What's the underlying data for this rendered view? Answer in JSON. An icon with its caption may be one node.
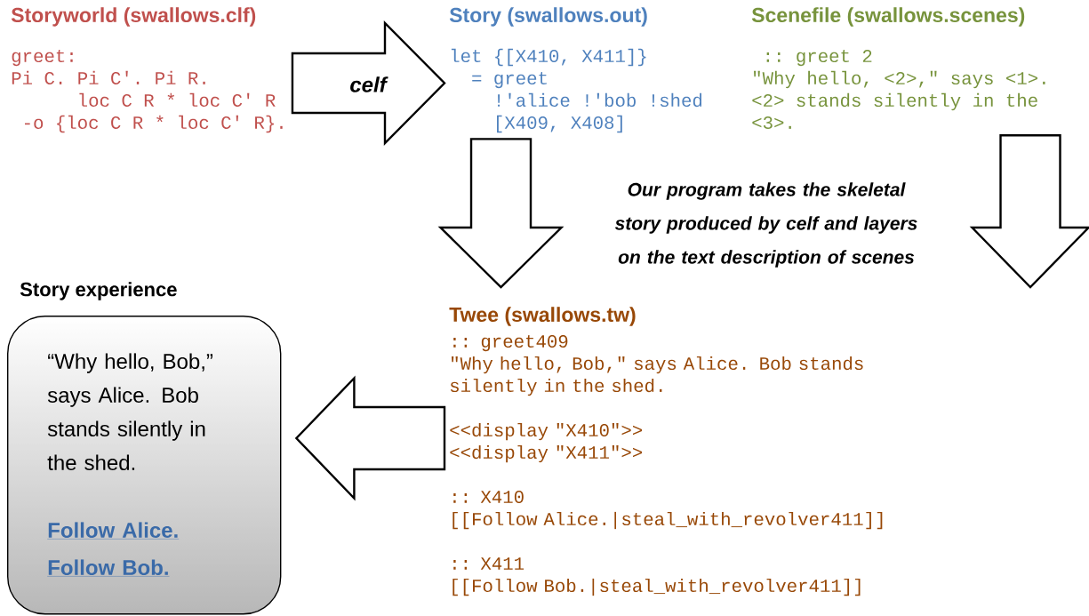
{
  "diagram": {
    "nodes": [
      {
        "text": [
          "Storyworld (swallows.clf)",
          "greet:",
          "Pi C. Pi C'. Pi R.",
          "loc C R * loc C' R",
          "-o {loc C R * loc C' R}."
        ]
      },
      {
        "text": [
          "Story (swallows.out)",
          "let {[X410, X411]}",
          "= greet",
          "!'alice !'bob !shed",
          "[X409, X408]"
        ]
      },
      {
        "text": [
          "Scenefile (swallows.scenes)",
          ":: greet 2",
          "\"Why hello, <2>,\" says <1>.",
          "<2> stands silently in the",
          "<3>."
        ]
      },
      {
        "text": [
          "Twee (swallows.tw)",
          ":: greet409",
          "\"Why hello, Bob,\" says Alice. Bob stands silently in the shed.",
          "<<display \"X410\">>",
          "<<display \"X411\">>",
          ":: X410",
          "[[Follow Alice.|steal_with_revolver411]]",
          ":: X411",
          "[[Follow Bob.|steal_with_revolver411]]"
        ]
      },
      {
        "text": [
          "Story experience",
          "“Why hello, Bob,” says Alice. Bob stands silently in the shed.",
          "Follow Alice.",
          "Follow Bob."
        ]
      }
    ],
    "edges": [
      {
        "from": 0,
        "to": 1,
        "arrow": "to",
        "label": "celf"
      },
      {
        "from": 1,
        "to": 3,
        "arrow": "to"
      },
      {
        "from": 2,
        "to": 3,
        "arrow": "to"
      },
      {
        "from": 3,
        "to": 4,
        "arrow": "to"
      }
    ],
    "labels": [
      "Our program takes the skeletal story produced by celf and layers on the text description of scenes"
    ]
  }
}
